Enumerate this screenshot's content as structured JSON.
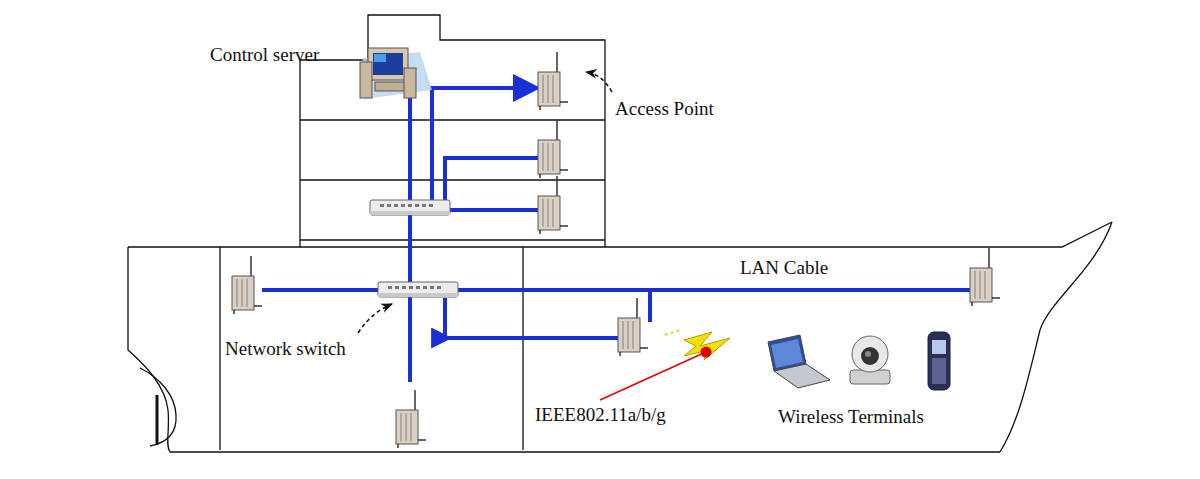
{
  "diagram": {
    "labels": [
      "Control server",
      "Access Point",
      "LAN Cable",
      "Network switch",
      "IEEE802.11a/b/g",
      "Wireless Terminals"
    ]
  }
}
